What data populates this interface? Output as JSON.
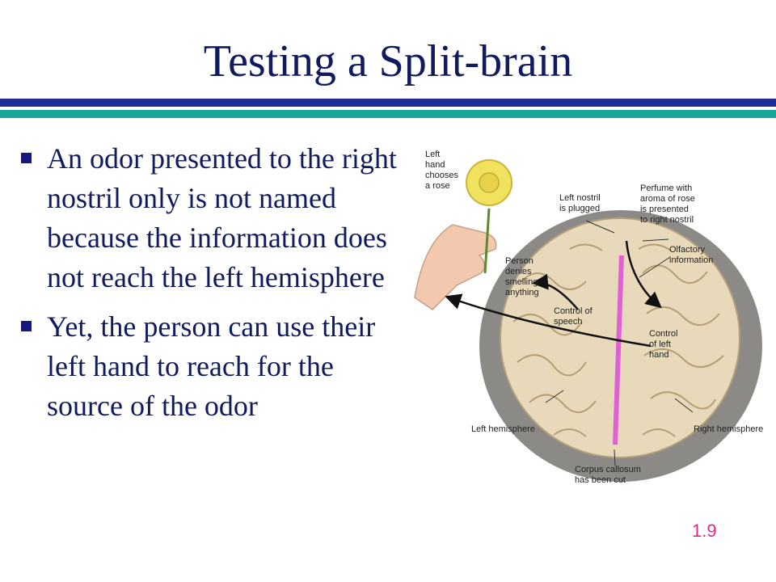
{
  "slide": {
    "title": "Testing a Split-brain",
    "bullets": [
      "An odor presented to the right nostril only is not named because the information does not reach the left hemisphere",
      "Yet, the person can use their left hand to reach for the source of the odor"
    ],
    "page_number": "1.9"
  },
  "figure": {
    "labels": {
      "left_hand_chooses": [
        "Left",
        "hand",
        "chooses",
        "a rose"
      ],
      "left_nostril": [
        "Left nostril",
        "is plugged"
      ],
      "perfume": [
        "Perfume with",
        "aroma of rose",
        "is presented",
        "to right nostril"
      ],
      "olfactory": [
        "Olfactory",
        "information"
      ],
      "person_denies": [
        "Person",
        "denies",
        "smelling",
        "anything"
      ],
      "control_speech": [
        "Control of",
        "speech"
      ],
      "control_left_hand": [
        "Control",
        "of left",
        "hand"
      ],
      "left_hemisphere": "Left hemisphere",
      "right_hemisphere": "Right hemisphere",
      "corpus_callosum": [
        "Corpus callosum",
        "has been cut"
      ]
    }
  },
  "colors": {
    "title_text": "#101a5e",
    "rule_blue": "#1f2d9a",
    "rule_teal": "#19a79a",
    "page_number": "#e0288a",
    "corpus_callosum_line": "#e060d8"
  }
}
